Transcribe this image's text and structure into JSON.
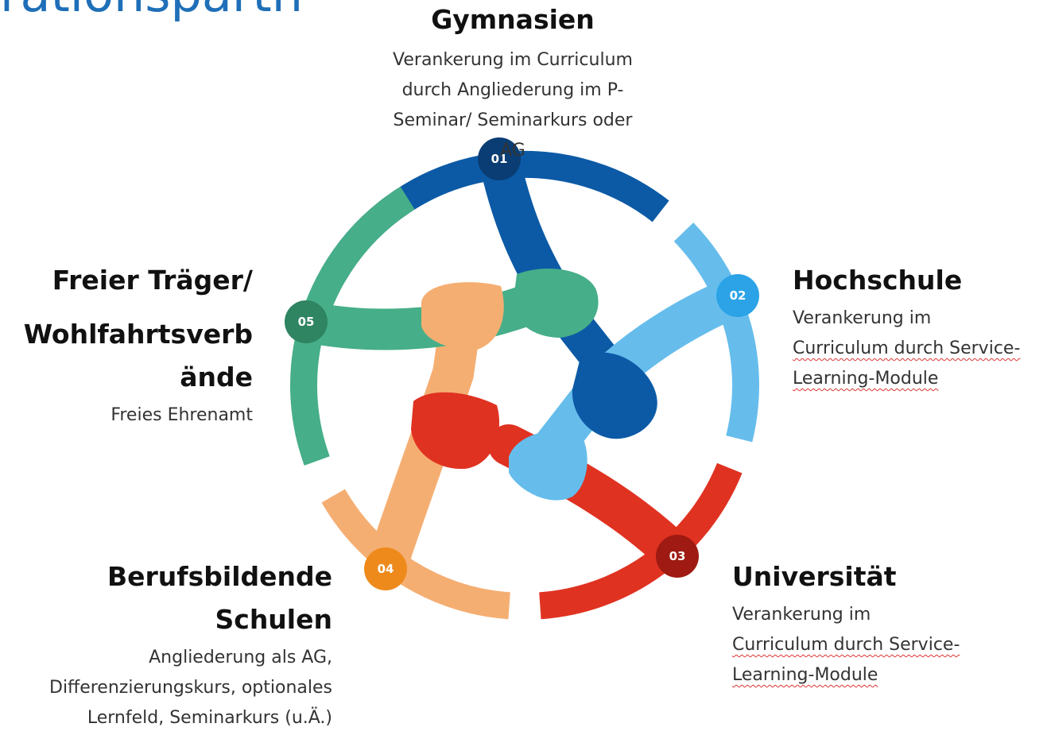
{
  "page_title": "rationspartn",
  "nodes": [
    {
      "num": "01",
      "title": "Gymnasien",
      "text_lines": [
        "Verankerung im Curriculum",
        "durch Angliederung im P-",
        "Seminar/ Seminarkurs oder",
        "AG"
      ],
      "color": "#0c5aa6",
      "badge": "#0a3d73"
    },
    {
      "num": "02",
      "title": "Hochschule",
      "text_lines": [
        "Verankerung im",
        "Curriculum durch Service-",
        "Learning-Module"
      ],
      "color": "#66bdec",
      "badge": "#2ba3e6"
    },
    {
      "num": "03",
      "title": "Universität",
      "text_lines": [
        "Verankerung im",
        "Curriculum durch Service-",
        "Learning-Module"
      ],
      "color": "#e03221",
      "badge": "#9e1a12"
    },
    {
      "num": "04",
      "title_lines": [
        "Berufsbildende",
        "Schulen"
      ],
      "text_lines": [
        "Angliederung als AG,",
        "Differenzierungskurs, optionales",
        "Lernfeld, Seminarkurs (u.Ä.)"
      ],
      "color": "#f5ae72",
      "badge": "#ee8a1c"
    },
    {
      "num": "05",
      "title_lines": [
        "Freier Träger/",
        "Wohlfahrtsverb",
        "ände"
      ],
      "text_lines": [
        "Freies Ehrenamt"
      ],
      "color": "#46ae88",
      "badge": "#2f8462"
    }
  ]
}
